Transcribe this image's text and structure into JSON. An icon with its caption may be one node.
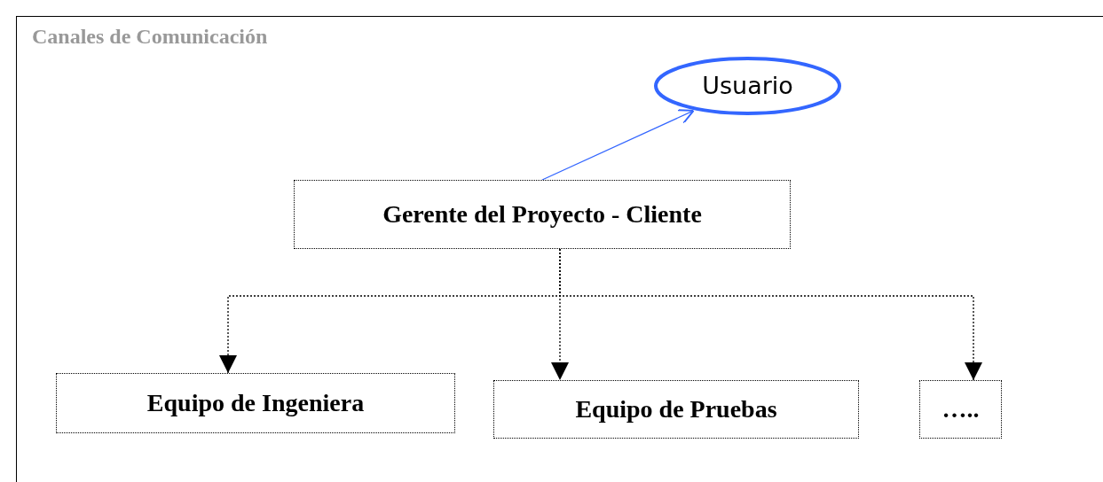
{
  "diagram": {
    "nodes": [
      {
        "text": [
          "Canales de Comunicación"
        ]
      },
      {
        "text": [
          "Usuario"
        ],
        "in": 0
      },
      {
        "text": [
          "Gerente del Proyecto - Cliente"
        ],
        "in": 0
      },
      {
        "text": [
          "Equipo de Ingeniera"
        ],
        "in": 0
      },
      {
        "text": [
          "Equipo de Pruebas"
        ],
        "in": 0
      },
      {
        "text": [
          "….."
        ],
        "in": 0
      }
    ],
    "edges": [
      {
        "from": 2,
        "to": 1,
        "arrow": "to",
        "color": "#3366ff"
      },
      {
        "from": 2,
        "to": 3,
        "arrow": "to",
        "style": "dashed"
      },
      {
        "from": 2,
        "to": 4,
        "arrow": "to",
        "style": "dashed"
      },
      {
        "from": 2,
        "to": 5,
        "arrow": "to",
        "style": "dashed"
      }
    ]
  }
}
